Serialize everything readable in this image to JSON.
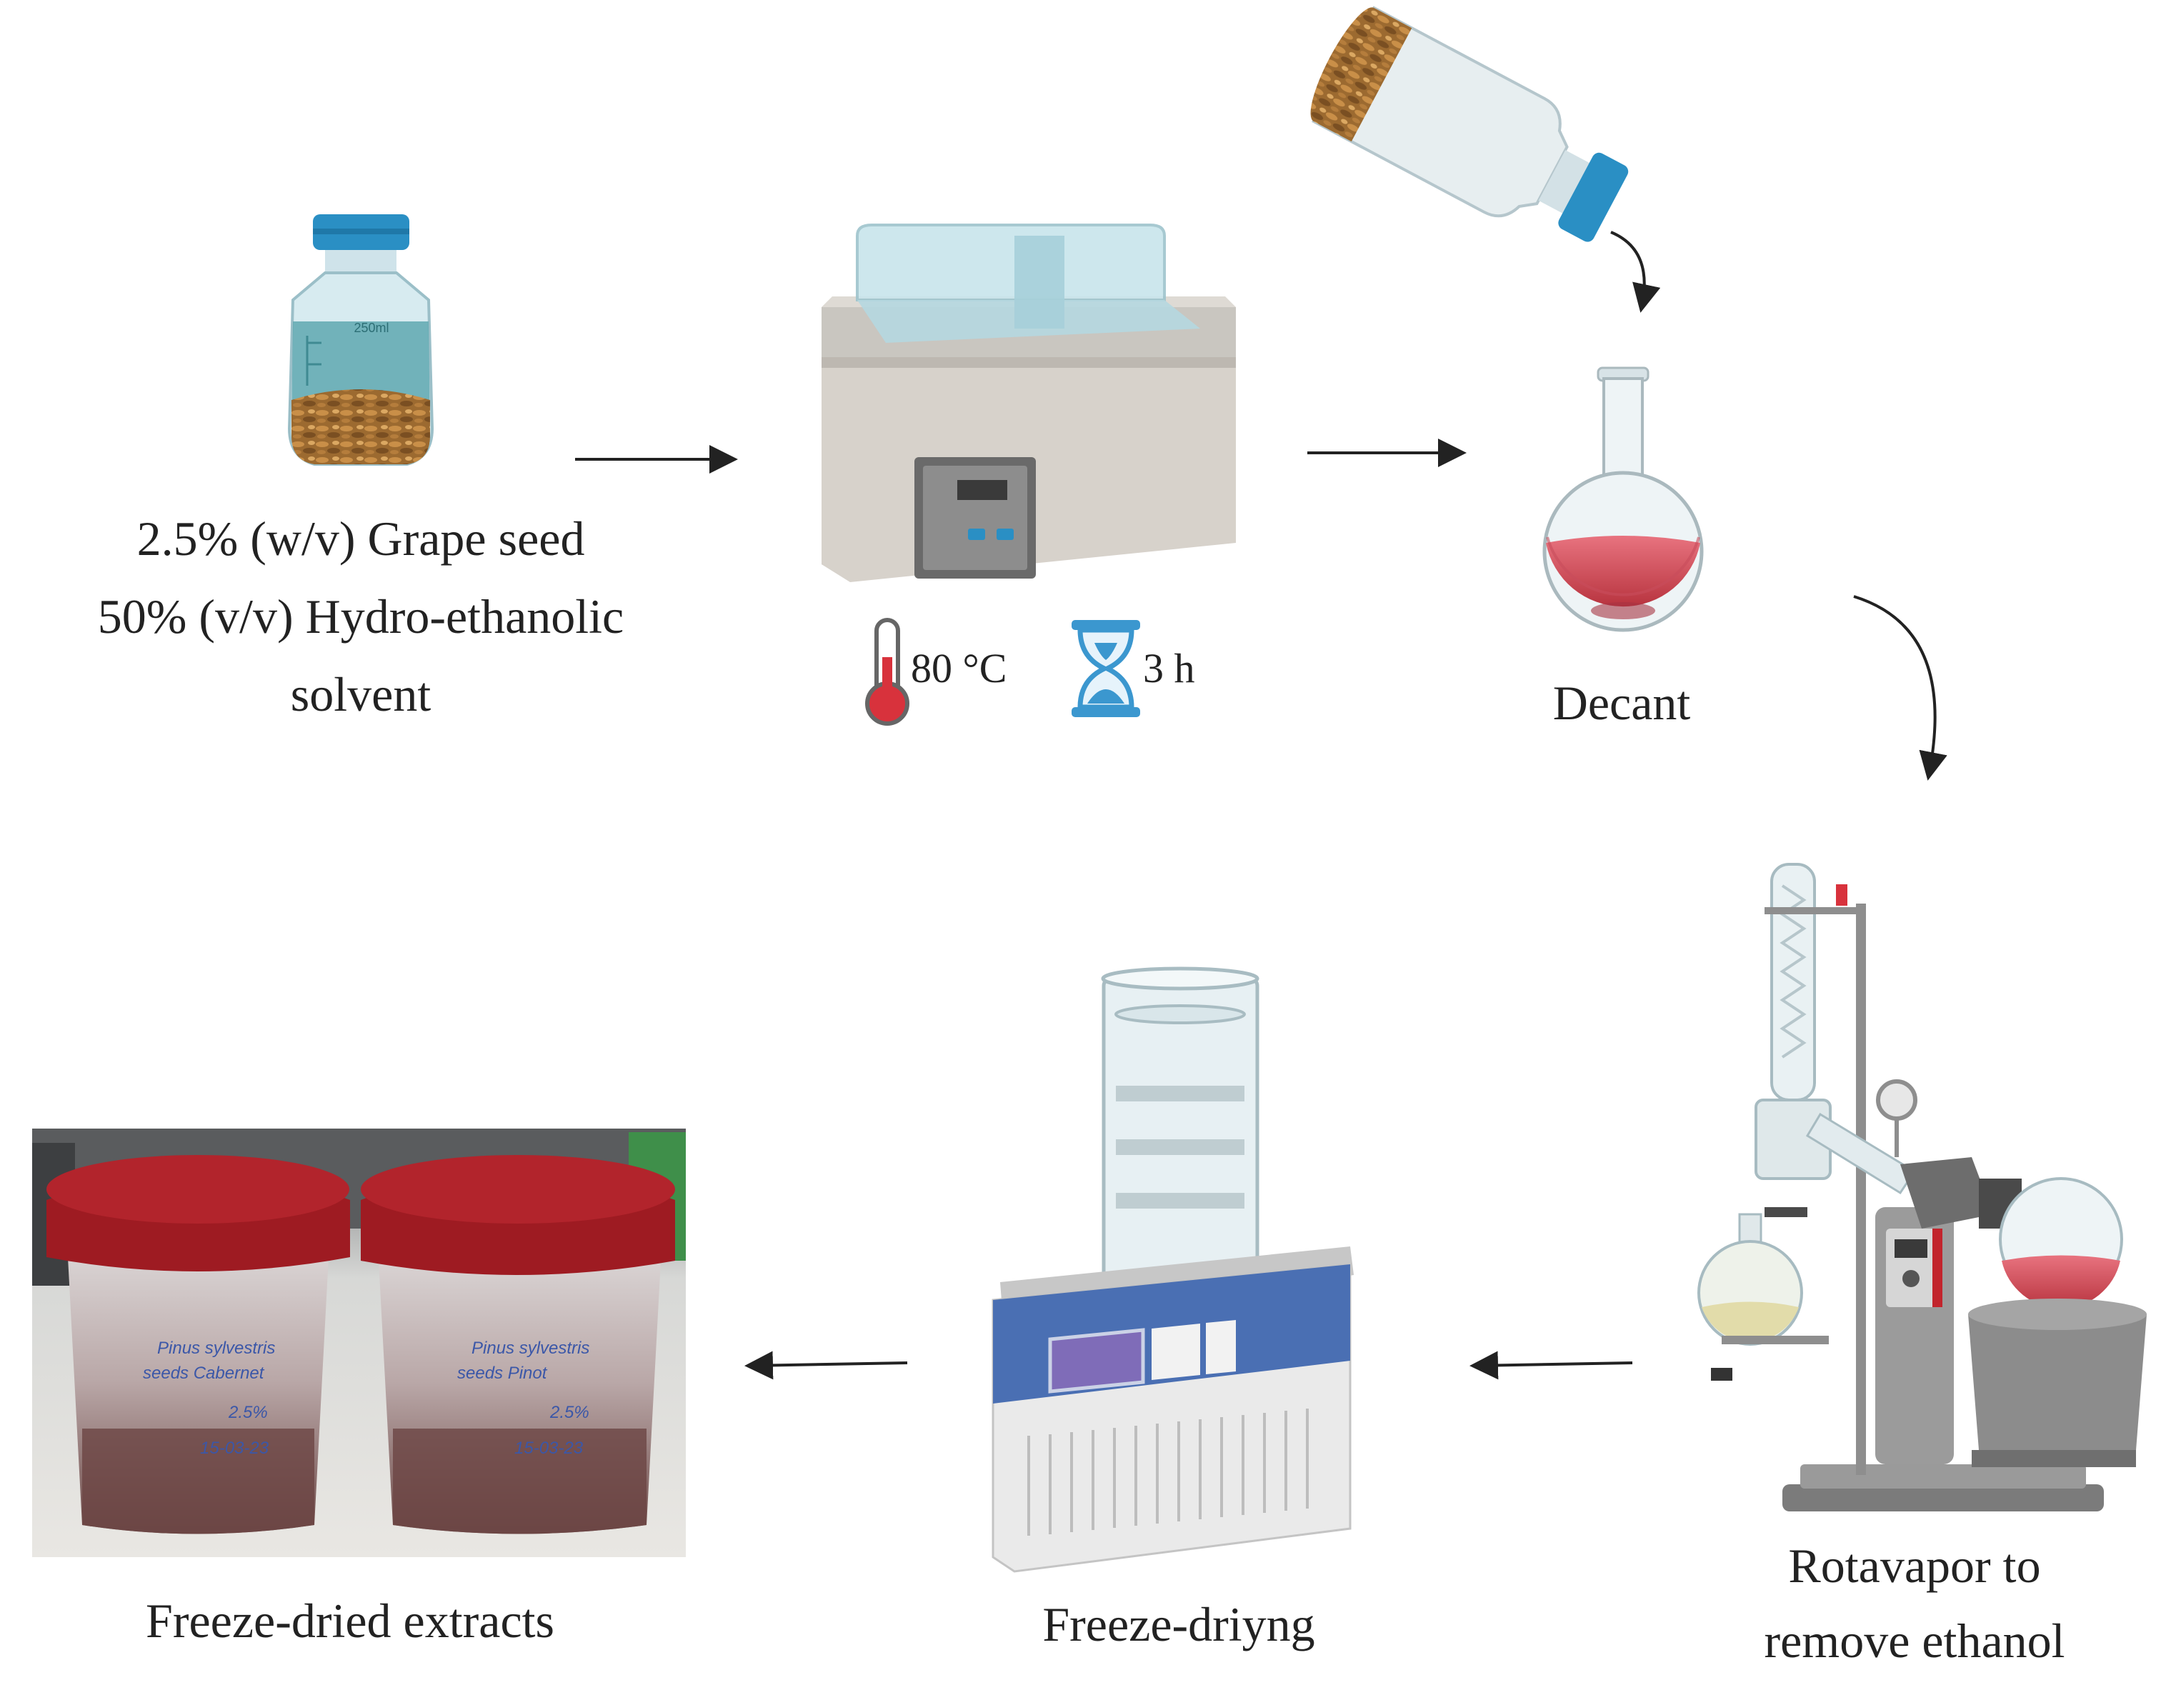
{
  "labels": {
    "seed_line1": "2.5% (w/v) Grape seed",
    "seed_line2": "50% (v/v) Hydro-ethanolic",
    "seed_line3": "solvent",
    "temperature": "80 °C",
    "time": "3 h",
    "decant": "Decant",
    "rotavapor_line1": "Rotavapor to",
    "rotavapor_line2": "remove ethanol",
    "freeze_drying": "Freeze-driyng",
    "extracts": "Freeze-dried extracts"
  },
  "bottle_volume_label": "250ml",
  "sample_labels": {
    "jar1_line1": "Pinus sylvestris",
    "jar1_line2": "seeds Cabernet",
    "jar1_line3": "2.5%",
    "jar1_line4": "15-03-23",
    "jar2_line1": "Pinus sylvestris",
    "jar2_line2": "seeds Pinot",
    "jar2_line3": "2.5%",
    "jar2_line4": "15-03-23"
  },
  "colors": {
    "arrow": "#222222",
    "text": "#222222",
    "bottle_cap": "#2a8fc4",
    "seed": "#b07a3a",
    "extract_red": "#c9485a",
    "jar_cap": "#9e1b22",
    "thermo_red": "#d8323c",
    "hourglass_blue": "#3b97cf",
    "freeze_dryer_panel": "#4a6fb3"
  }
}
